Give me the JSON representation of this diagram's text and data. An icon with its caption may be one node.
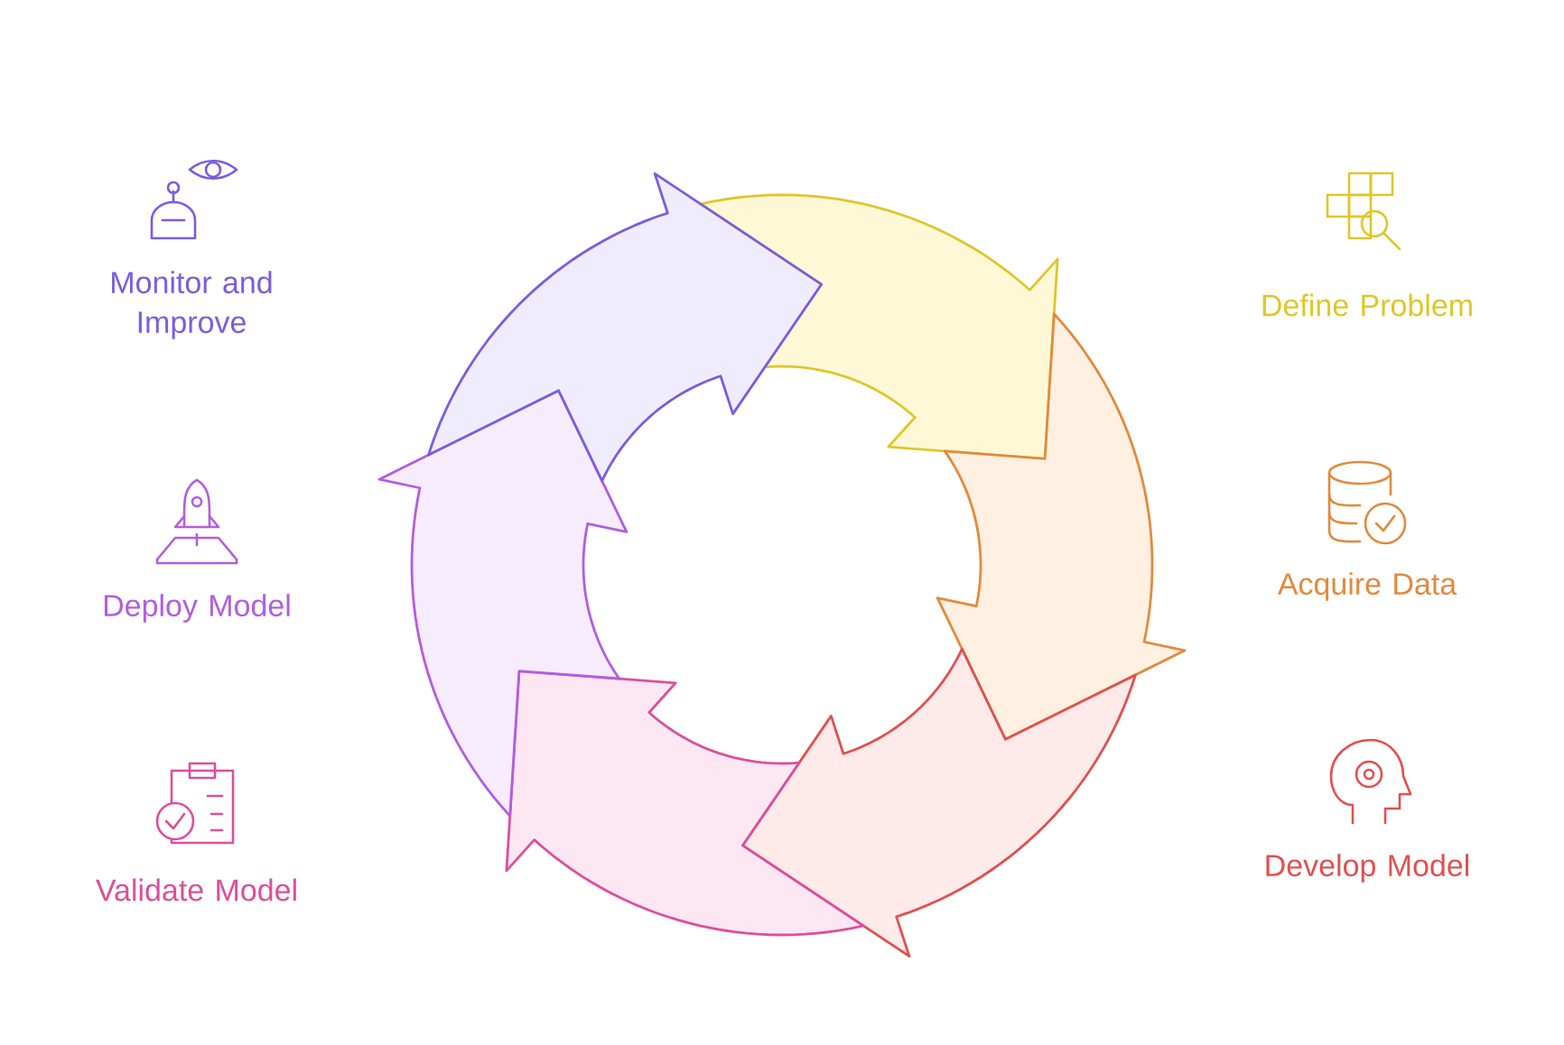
{
  "diagram": {
    "nodes": [
      {
        "text": [
          "Define Problem"
        ]
      },
      {
        "text": [
          "Acquire Data"
        ]
      },
      {
        "text": [
          "Develop Model"
        ]
      },
      {
        "text": [
          "Validate Model"
        ]
      },
      {
        "text": [
          "Deploy Model"
        ]
      },
      {
        "text": [
          "Monitor and Improve"
        ]
      },
      {
        "text": [],
        "shape": "arrow"
      },
      {
        "text": [],
        "shape": "arrow"
      },
      {
        "text": [],
        "shape": "arrow"
      },
      {
        "text": [],
        "shape": "arrow"
      },
      {
        "text": [],
        "shape": "arrow"
      },
      {
        "text": [],
        "shape": "arrow"
      }
    ]
  }
}
